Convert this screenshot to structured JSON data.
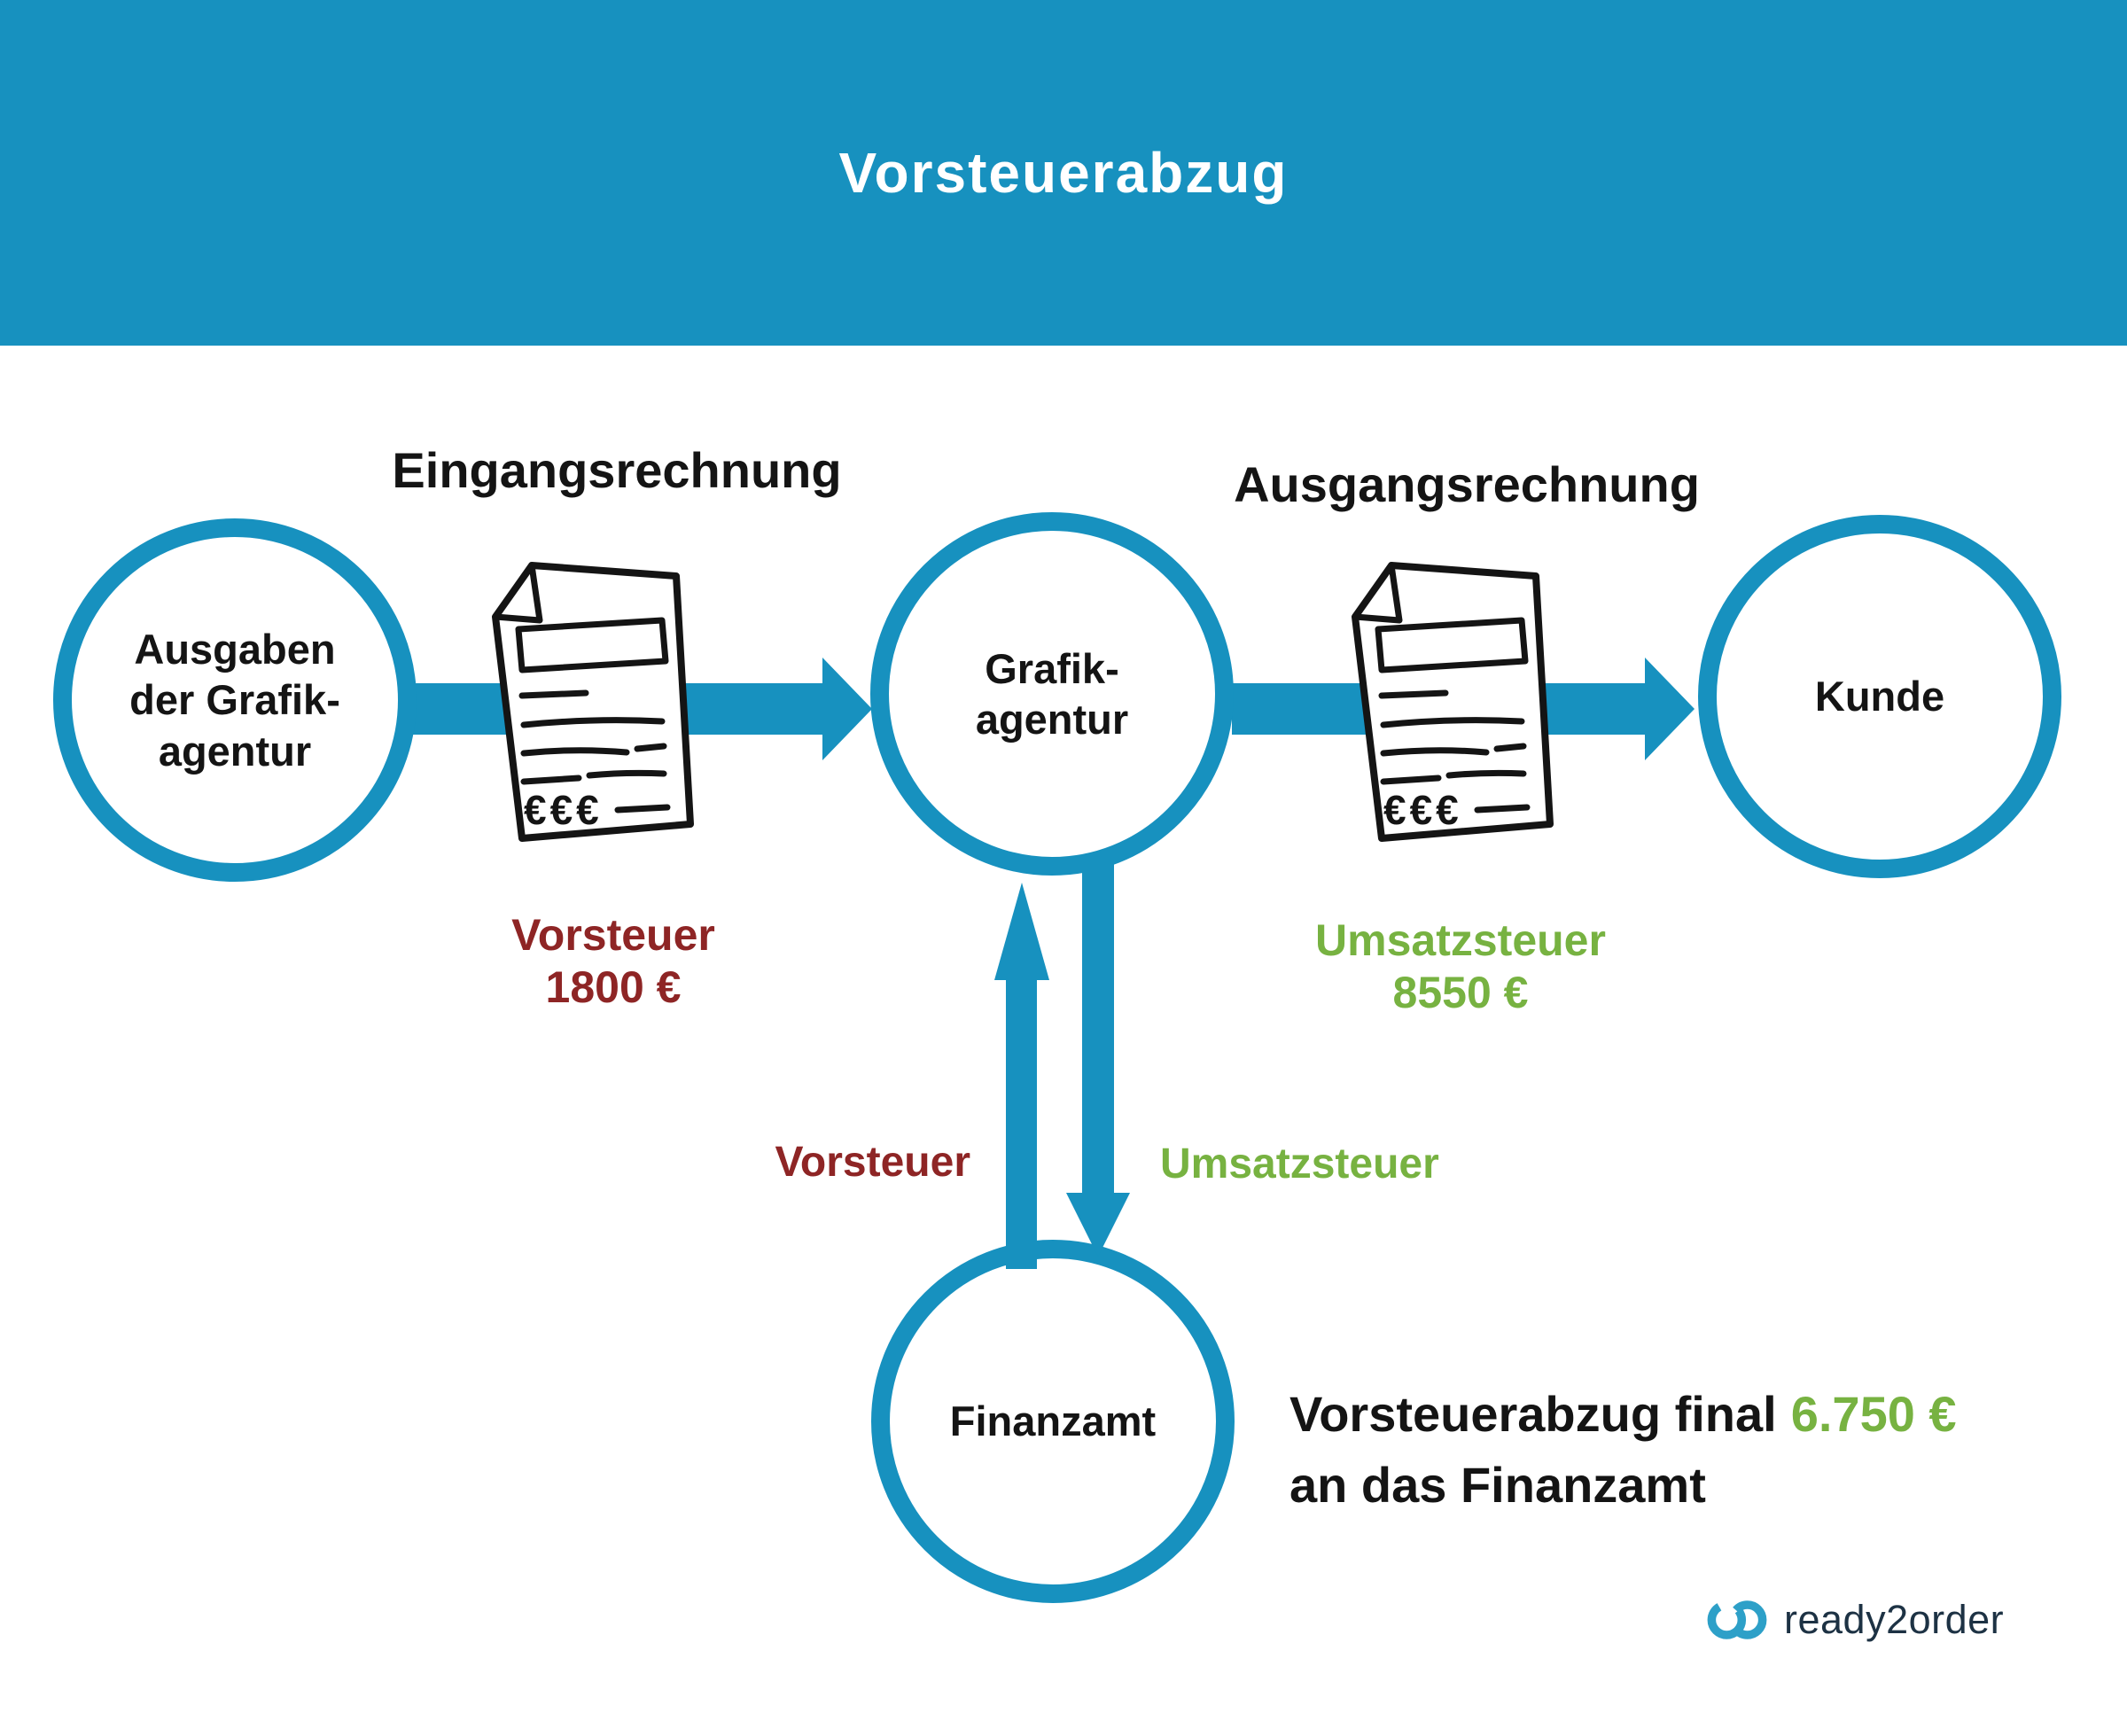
{
  "title": "Vorsteuerabzug",
  "colors": {
    "primary_blue": "#1791bf",
    "logo_blue": "#2da0c8",
    "dark_red": "#8e2525",
    "green": "#77b241",
    "navy": "#1d3244",
    "ink": "#141414"
  },
  "labels": {
    "eingangsrechnung": "Eingangsrechnung",
    "ausgangsrechnung": "Ausgangsrechnung"
  },
  "nodes": {
    "ausgaben": {
      "lines": [
        "Ausgaben",
        "der Grafik-",
        "agentur"
      ]
    },
    "grafik": {
      "lines": [
        "Grafik-",
        "agentur"
      ]
    },
    "kunde": {
      "label": "Kunde"
    },
    "finanzamt": {
      "label": "Finanzamt"
    }
  },
  "invoice_icon": {
    "currency": "€€€"
  },
  "tax_left": {
    "label": "Vorsteuer",
    "amount": "1800 €"
  },
  "tax_right": {
    "label": "Umsatzsteuer",
    "amount": "8550 €"
  },
  "flow_labels": {
    "vorsteuer": "Vorsteuer",
    "umsatzsteuer": "Umsatzsteuer"
  },
  "summary": {
    "prefix": "Vorsteuerabzug final",
    "amount": "6.750 €",
    "suffix": "an das Finanzamt"
  },
  "logo": {
    "name": "ready2order"
  }
}
